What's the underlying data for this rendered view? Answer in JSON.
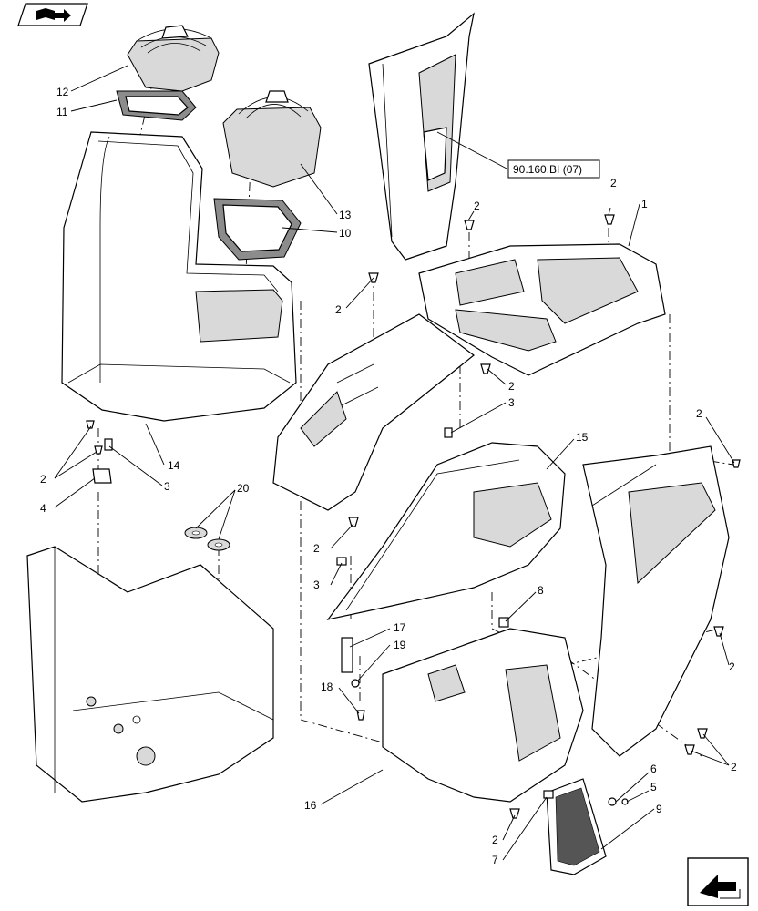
{
  "reference_label": "90.160.BI (07)",
  "icons": {
    "top_left": "book-arrow-icon",
    "bottom_right": "navigation-arrow-icon"
  },
  "callouts": [
    {
      "id": "c12",
      "text": "12"
    },
    {
      "id": "c11",
      "text": "11"
    },
    {
      "id": "c13",
      "text": "13"
    },
    {
      "id": "c10",
      "text": "10"
    },
    {
      "id": "c1",
      "text": "1"
    },
    {
      "id": "c2a",
      "text": "2"
    },
    {
      "id": "c2b",
      "text": "2"
    },
    {
      "id": "c2c",
      "text": "2"
    },
    {
      "id": "c2d",
      "text": "2"
    },
    {
      "id": "c3a",
      "text": "3"
    },
    {
      "id": "c15",
      "text": "15"
    },
    {
      "id": "c14",
      "text": "14"
    },
    {
      "id": "c2e",
      "text": "2"
    },
    {
      "id": "c3b",
      "text": "3"
    },
    {
      "id": "c4",
      "text": "4"
    },
    {
      "id": "c20",
      "text": "20"
    },
    {
      "id": "c2f",
      "text": "2"
    },
    {
      "id": "c2g",
      "text": "2"
    },
    {
      "id": "c3c",
      "text": "3"
    },
    {
      "id": "c8",
      "text": "8"
    },
    {
      "id": "c17",
      "text": "17"
    },
    {
      "id": "c19",
      "text": "19"
    },
    {
      "id": "c18",
      "text": "18"
    },
    {
      "id": "c2h",
      "text": "2"
    },
    {
      "id": "c2i",
      "text": "2"
    },
    {
      "id": "c16",
      "text": "16"
    },
    {
      "id": "c6",
      "text": "6"
    },
    {
      "id": "c5",
      "text": "5"
    },
    {
      "id": "c9",
      "text": "9"
    },
    {
      "id": "c2j",
      "text": "2"
    },
    {
      "id": "c7",
      "text": "7"
    }
  ]
}
